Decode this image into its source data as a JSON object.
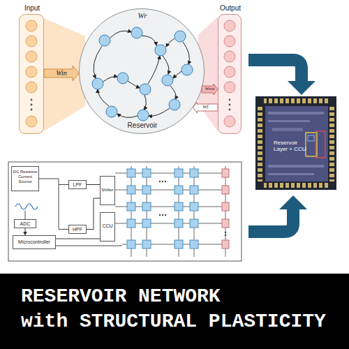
{
  "diagram": {
    "title": "RESERVOIR NETWORK with STRUCTURAL PLASTICITY",
    "nodes": [
      {
        "text": [
          "Input"
        ]
      },
      {
        "text": [
          "Wr",
          "Reservoir"
        ]
      },
      {
        "text": [
          "Output"
        ]
      },
      {
        "text": [
          "Reservoir Layer + CCU"
        ]
      },
      {
        "text": [
          "DC Resistive Current Source"
        ]
      },
      {
        "text": [
          "ADC"
        ]
      },
      {
        "text": [
          "Microcontroller"
        ]
      },
      {
        "text": [
          "LPF"
        ]
      },
      {
        "text": [
          "HPF"
        ]
      },
      {
        "text": [
          "Shifter"
        ]
      },
      {
        "text": [
          "CCU"
        ]
      }
    ],
    "edges": [
      {
        "from": 0,
        "to": 1,
        "label": "Win",
        "arrow": "to"
      },
      {
        "from": 1,
        "to": 2,
        "label": "Wout",
        "arrow": "to"
      },
      {
        "from": 2,
        "to": 1,
        "label": "Wf",
        "arrow": "to"
      },
      {
        "from": 5,
        "to": 6,
        "arrow": "to"
      },
      {
        "from": 7,
        "to": 9,
        "arrow": "none"
      },
      {
        "from": 8,
        "to": 9,
        "arrow": "none"
      },
      {
        "from": 6,
        "to": 10,
        "arrow": "none"
      }
    ]
  }
}
